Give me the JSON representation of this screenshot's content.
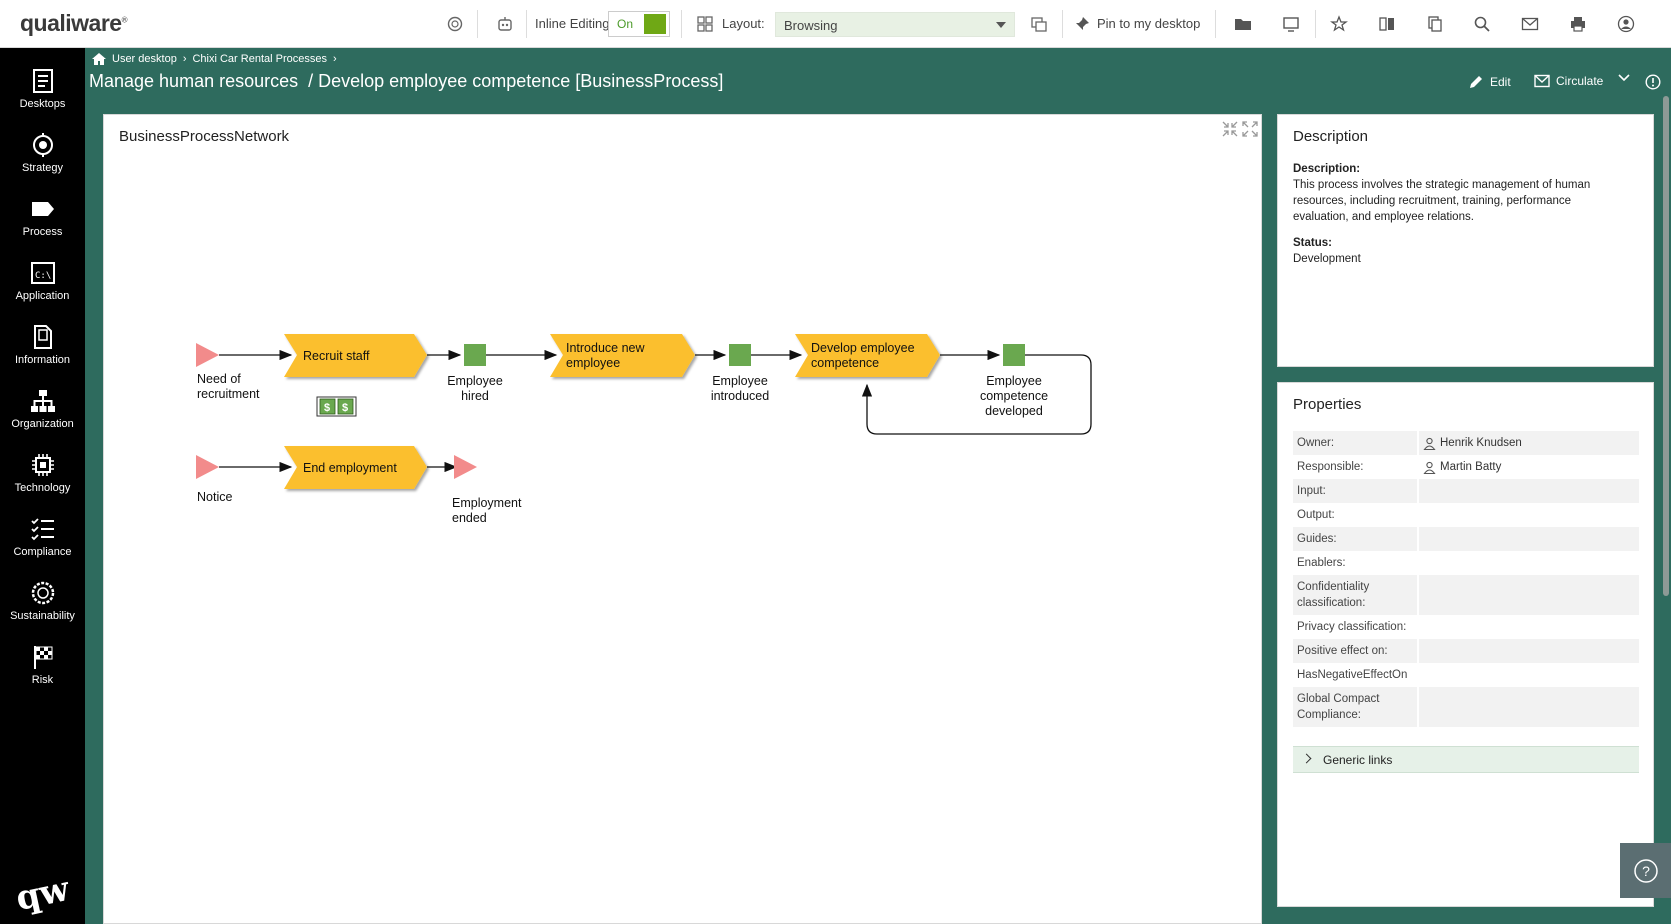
{
  "app": {
    "logo": "qualiware"
  },
  "toolbar": {
    "inline_editing_label": "Inline Editing:",
    "inline_editing_value": "On",
    "layout_label": "Layout:",
    "layout_value": "Browsing",
    "pin_label": "Pin to my desktop"
  },
  "sidebar": {
    "items": [
      {
        "label": "Desktops",
        "icon": "desktops-icon"
      },
      {
        "label": "Strategy",
        "icon": "strategy-icon"
      },
      {
        "label": "Process",
        "icon": "process-icon"
      },
      {
        "label": "Application",
        "icon": "application-icon"
      },
      {
        "label": "Information",
        "icon": "information-icon"
      },
      {
        "label": "Organization",
        "icon": "organization-icon"
      },
      {
        "label": "Technology",
        "icon": "technology-icon"
      },
      {
        "label": "Compliance",
        "icon": "compliance-icon"
      },
      {
        "label": "Sustainability",
        "icon": "sustainability-icon"
      },
      {
        "label": "Risk",
        "icon": "risk-icon"
      }
    ]
  },
  "breadcrumb": {
    "items": [
      "User desktop",
      "Chixi Car Rental Processes"
    ]
  },
  "header": {
    "title": "Manage human resources  / Develop employee competence [BusinessProcess]",
    "edit_label": "Edit",
    "circulate_label": "Circulate"
  },
  "diagram": {
    "title": "BusinessProcessNetwork",
    "labels": {
      "need_of_recruitment": [
        "Need of",
        "recruitment"
      ],
      "recruit_staff": "Recruit staff",
      "employee_hired": [
        "Employee",
        "hired"
      ],
      "introduce_new_employee": [
        "Introduce new",
        "employee"
      ],
      "employee_introduced": [
        "Employee",
        "introduced"
      ],
      "develop_employee_competence": [
        "Develop employee",
        "competence"
      ],
      "employee_competence_developed": [
        "Employee",
        "competence",
        "developed"
      ],
      "notice": "Notice",
      "end_employment": "End employment",
      "employment_ended": [
        "Employment",
        "ended"
      ]
    },
    "colors": {
      "process": "#fbbf2e",
      "event": "#f28b8b",
      "state": "#6aa84f"
    }
  },
  "description": {
    "title": "Description",
    "desc_label": "Description:",
    "desc_text": "This process involves the strategic management of human resources, including recruitment, training, performance evaluation, and employee relations.",
    "status_label": "Status:",
    "status_value": "Development"
  },
  "properties": {
    "title": "Properties",
    "rows": [
      {
        "label": "Owner:",
        "value": "Henrik Knudsen",
        "person": true
      },
      {
        "label": "Responsible:",
        "value": "Martin Batty",
        "person": true
      },
      {
        "label": "Input:",
        "value": ""
      },
      {
        "label": "Output:",
        "value": ""
      },
      {
        "label": "Guides:",
        "value": ""
      },
      {
        "label": "Enablers:",
        "value": ""
      },
      {
        "label": "Confidentiality classification:",
        "value": ""
      },
      {
        "label": "Privacy classification:",
        "value": ""
      },
      {
        "label": "Positive effect on:",
        "value": ""
      },
      {
        "label": "HasNegativeEffectOn",
        "value": ""
      },
      {
        "label": "Global Compact Compliance:",
        "value": ""
      }
    ],
    "generic_links": "Generic links"
  }
}
